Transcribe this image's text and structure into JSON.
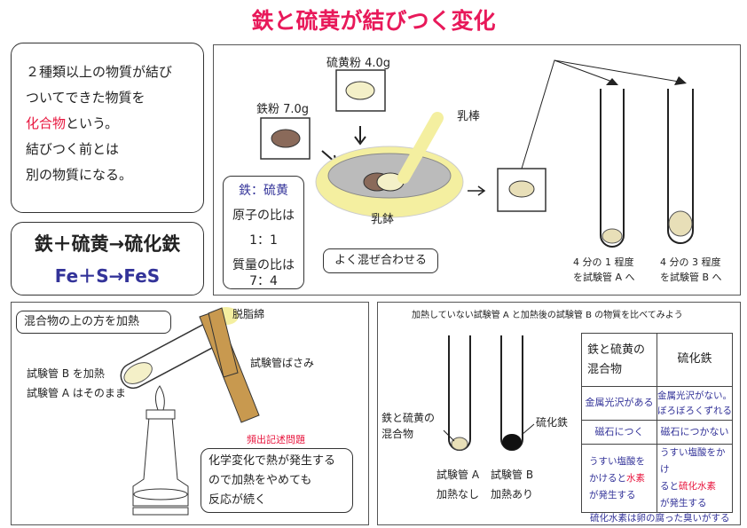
{
  "title": "鉄と硫黄が結びつく変化",
  "definition": {
    "line1": "２種類以上の物質が結び",
    "line2": "ついてできた物質を",
    "line3_red": "化合物",
    "line3_rest": "という。",
    "line4": "結びつく前とは",
    "line5": "別の物質になる。"
  },
  "equation": {
    "words": "鉄＋硫黄→硫化鉄",
    "formula": "Fe＋S→FeS"
  },
  "experiment": {
    "sulfur_label": "硫黄粉 4.0g",
    "iron_label": "鉄粉 7.0g",
    "pestle_label": "乳棒",
    "mortar_label": "乳鉢",
    "ratio_box": {
      "title": "鉄：硫黄",
      "atom_label": "原子の比は",
      "atom_ratio": "1：1",
      "mass_label": "質量の比は",
      "mass_ratio": "7：4"
    },
    "mix_label": "よく混ぜ合わせる",
    "tube_a_caption": [
      "4 分の 1 程度",
      "を試験管 A へ"
    ],
    "tube_b_caption": [
      "4 分の 3 程度",
      "を試験管 B へ"
    ]
  },
  "heating": {
    "heat_label": "混合物の上の方を加熱",
    "cotton_label": "脱脂綿",
    "clamp_label": "試験管ばさみ",
    "tube_b_label": "試験管 B を加熱",
    "tube_a_label": "試験管 A はそのまま",
    "frequent_label": "頻出記述問題",
    "answer": [
      "化学変化で熱が発生する",
      "ので加熱をやめても",
      "反応が続く"
    ]
  },
  "compare": {
    "heading": "加熱していない試験管 A と加熱後の試験管 B の物質を比べてみよう",
    "mix_label": [
      "鉄と硫黄の",
      "混合物"
    ],
    "fes_label": "硫化鉄",
    "tube_a": [
      "試験管 A",
      "加熱なし"
    ],
    "tube_b": [
      "試験管 B",
      "加熱あり"
    ],
    "table": {
      "col1": [
        "鉄と硫黄の",
        "混合物"
      ],
      "col2": "硫化鉄",
      "row1": [
        "金属光沢がある",
        "金属光沢がない。",
        "ぼろぼろくずれる"
      ],
      "row2": [
        "磁石につく",
        "磁石につかない"
      ],
      "row3a": [
        "うすい塩酸を",
        "かけると",
        "水素",
        "が発生する"
      ],
      "row3b": [
        "うすい塩酸をかけ",
        "ると",
        "硫化水素",
        "が発生する"
      ]
    },
    "note": "硫化水素は卵の腐った臭いがする"
  },
  "colors": {
    "title": "#e8195a",
    "accent_red": "#e8173f",
    "blue": "#333399",
    "clamp": "#c8994f",
    "mortar": "#f4efa0",
    "iron": "#8a6a5a",
    "sulfur": "#f4f0c8"
  }
}
